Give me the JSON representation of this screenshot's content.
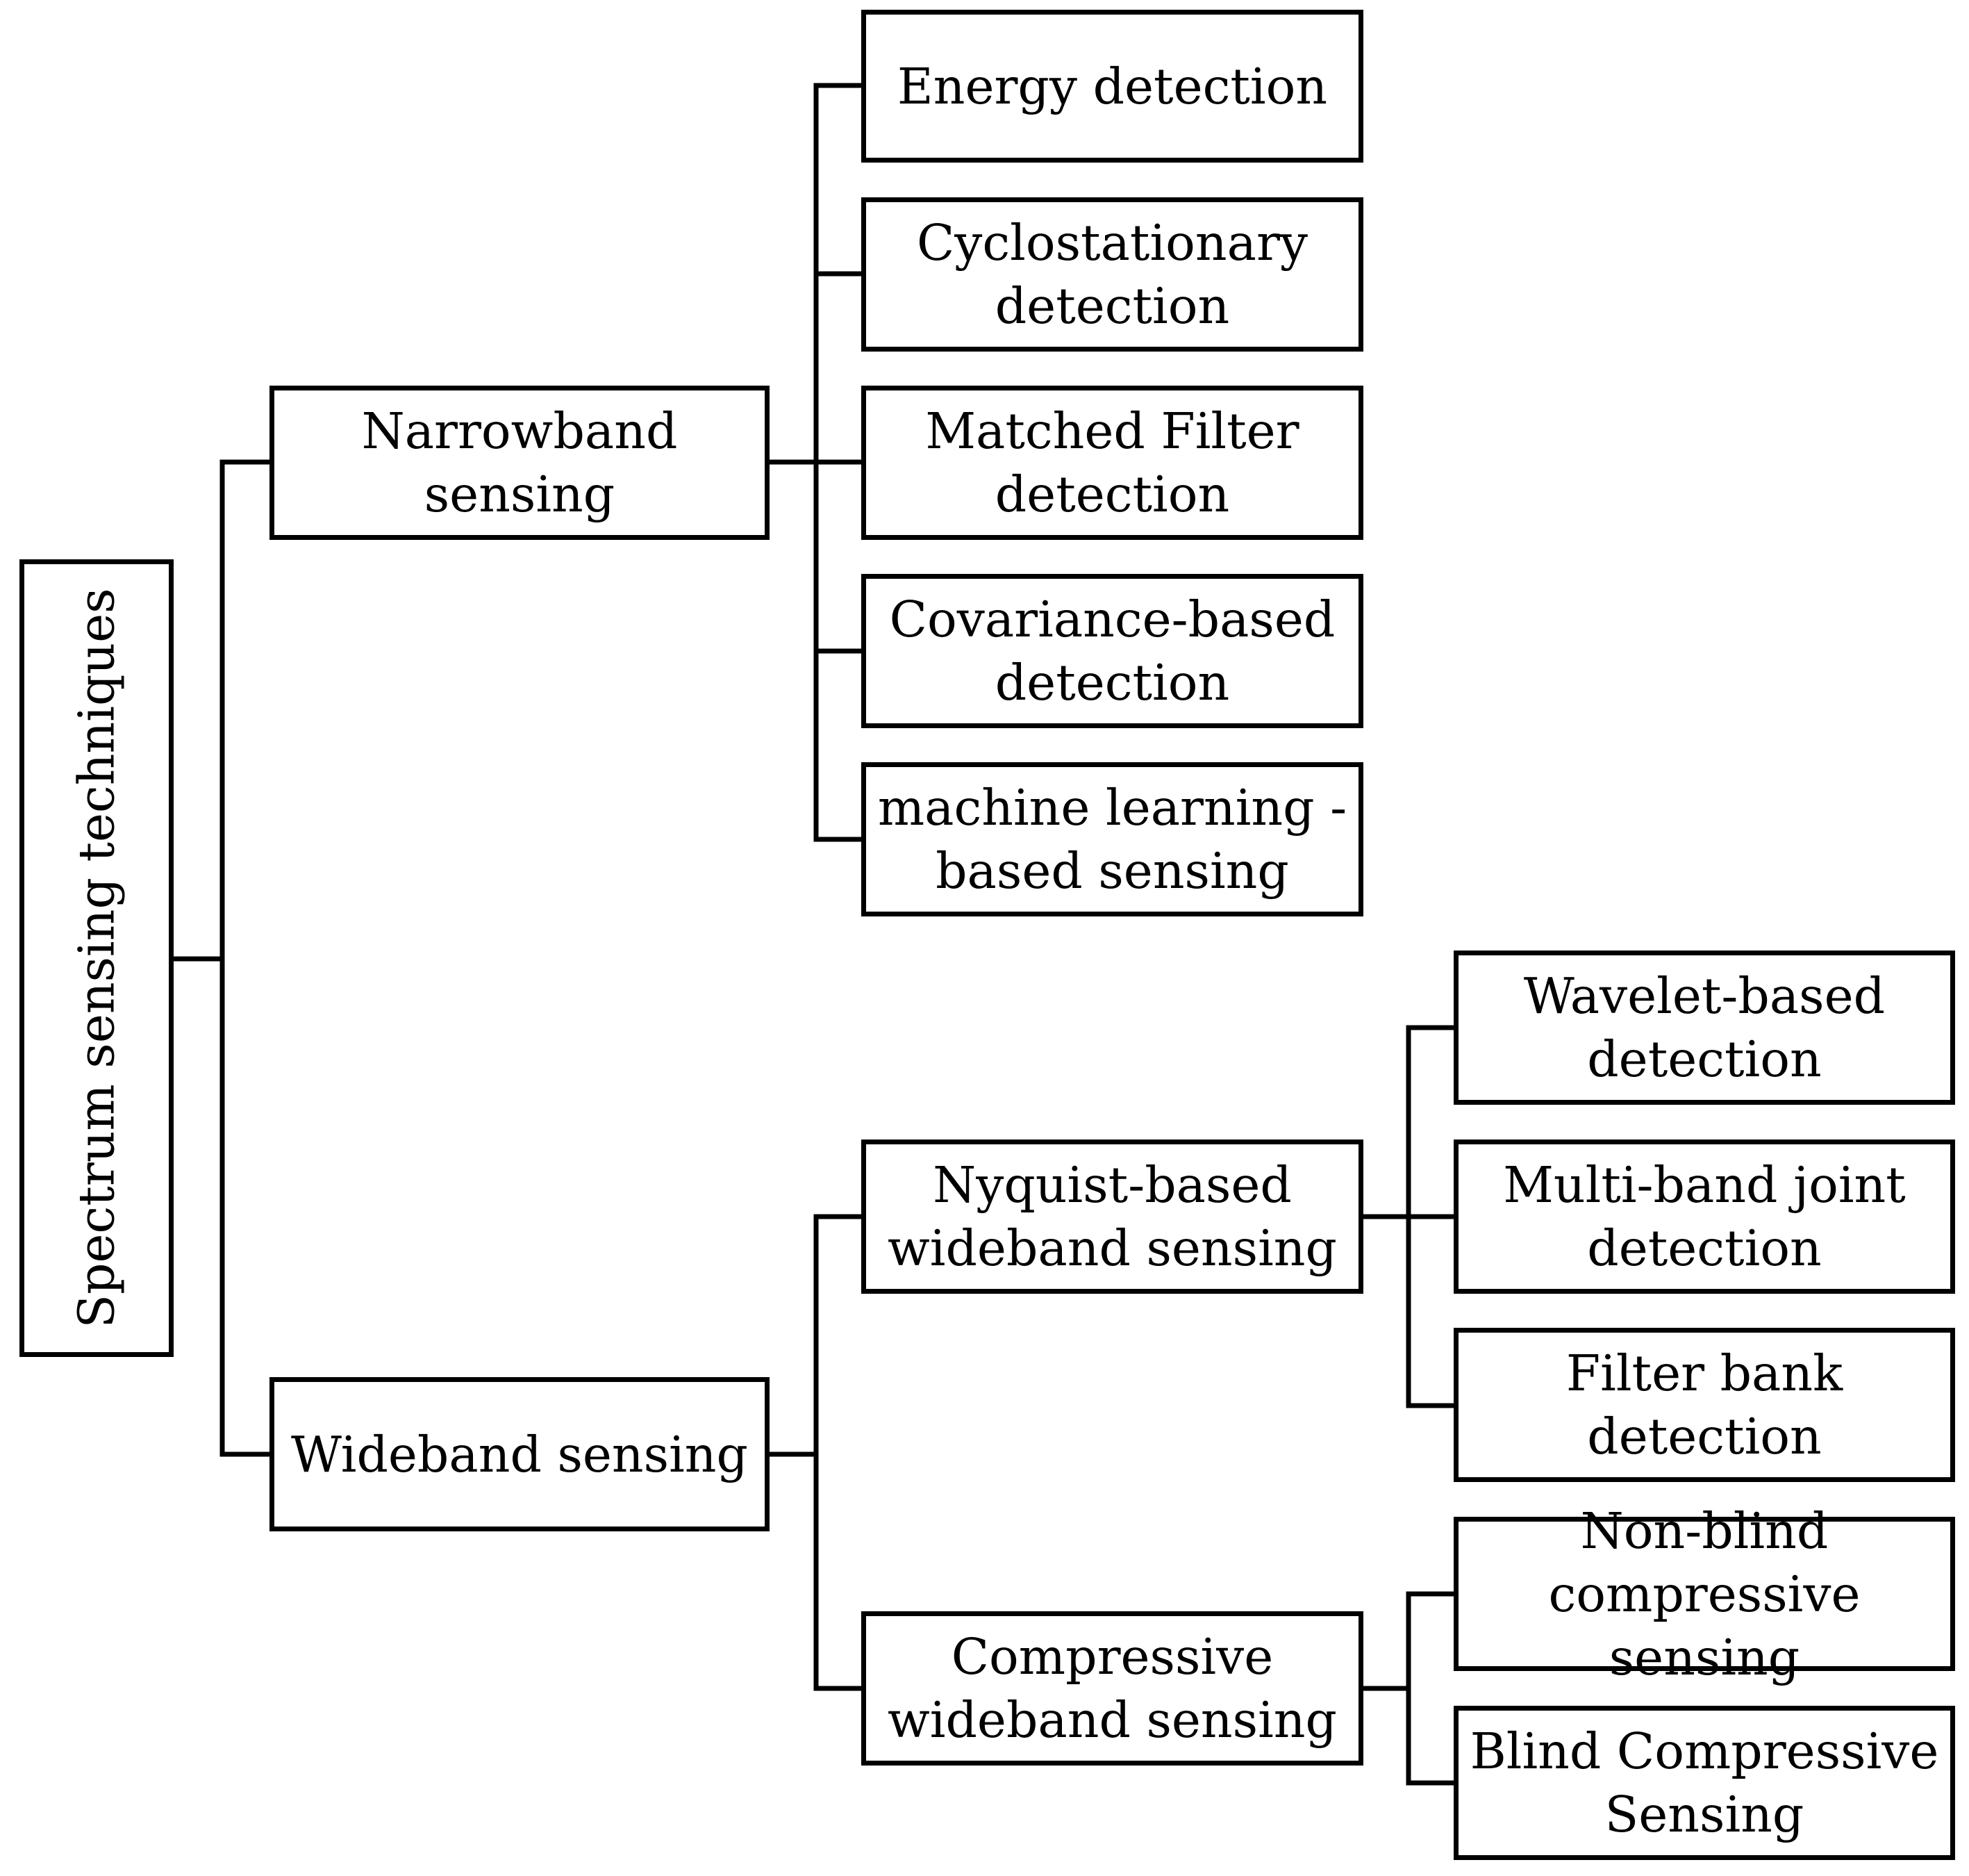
{
  "root": {
    "label": "Spectrum sensing techniques"
  },
  "narrowband": {
    "label": "Narrowband sensing",
    "children": [
      "Energy detection",
      "Cyclostationary\ndetection",
      "Matched Filter\ndetection",
      "Covariance-based\ndetection",
      "machine learning -\nbased sensing"
    ]
  },
  "wideband": {
    "label": "Wideband sensing",
    "nyquist": {
      "label": "Nyquist-based\nwideband sensing",
      "children": [
        "Wavelet-based\ndetection",
        "Multi-band joint\ndetection",
        "Filter bank detection"
      ]
    },
    "compressive": {
      "label": "Compressive\nwideband  sensing",
      "children": [
        "Non-blind\ncompressive sensing",
        "Blind Compressive\nSensing"
      ]
    }
  }
}
